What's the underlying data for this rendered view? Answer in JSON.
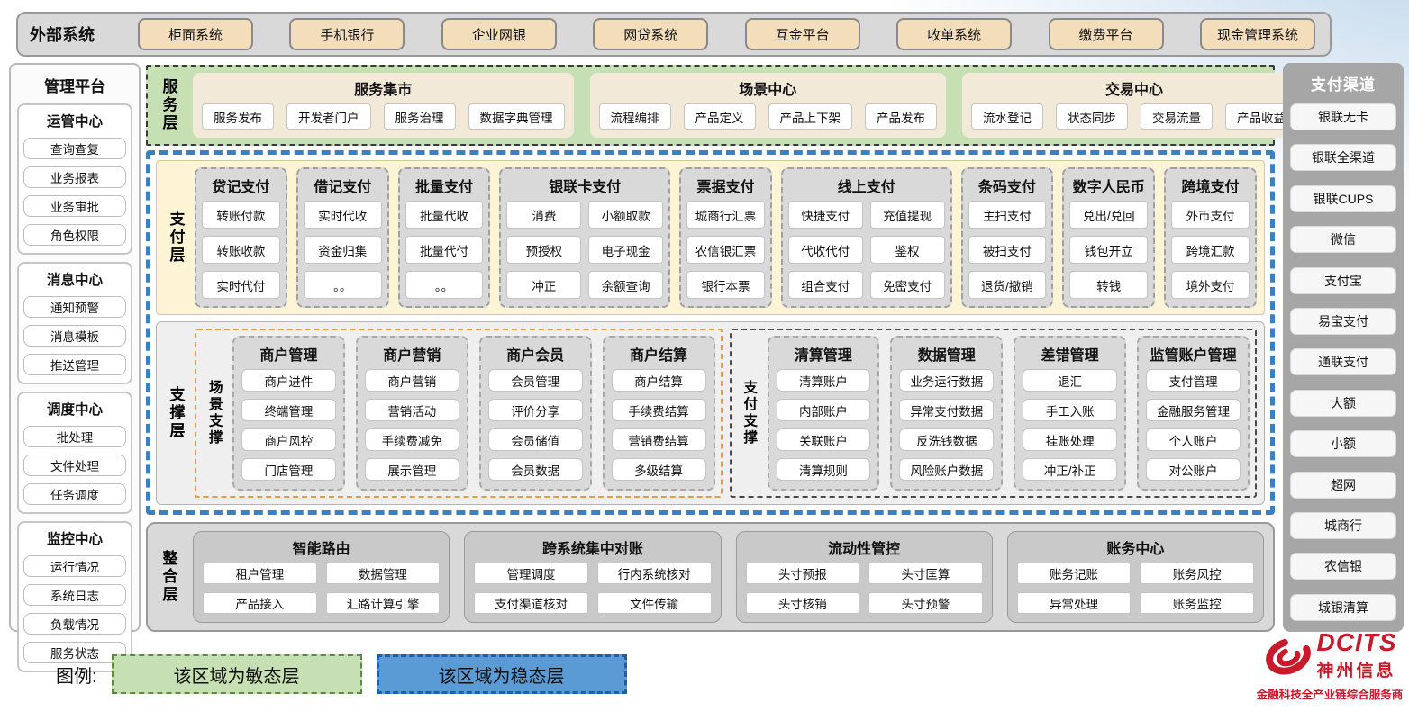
{
  "colors": {
    "agile_green": "#c6e0b4",
    "stable_blue": "#5b9bd5",
    "panel_gray": "#d9d9d9",
    "button_tan": "#f4ddbb",
    "brand_red": "#c81a2b"
  },
  "external_systems": {
    "label": "外部系统",
    "items": [
      "柜面系统",
      "手机银行",
      "企业网银",
      "网贷系统",
      "互金平台",
      "收单系统",
      "缴费平台",
      "现金管理系统"
    ]
  },
  "management_platform": {
    "title": "管理平台",
    "sections": [
      {
        "title": "运管中心",
        "items": [
          "查询查复",
          "业务报表",
          "业务审批",
          "角色权限"
        ]
      },
      {
        "title": "消息中心",
        "items": [
          "通知预警",
          "消息模板",
          "推送管理"
        ]
      },
      {
        "title": "调度中心",
        "items": [
          "批处理",
          "文件处理",
          "任务调度"
        ]
      },
      {
        "title": "监控中心",
        "items": [
          "运行情况",
          "系统日志",
          "负载情况",
          "服务状态"
        ]
      }
    ]
  },
  "service_layer": {
    "label": "服务层",
    "groups": [
      {
        "title": "服务集市",
        "items": [
          "服务发布",
          "开发者门户",
          "服务治理",
          "数据字典管理"
        ]
      },
      {
        "title": "场景中心",
        "items": [
          "流程编排",
          "产品定义",
          "产品上下架",
          "产品发布"
        ]
      },
      {
        "title": "交易中心",
        "items": [
          "流水登记",
          "状态同步",
          "交易流量",
          "产品收益"
        ]
      }
    ]
  },
  "payment_layer": {
    "label": "支付层",
    "groups": [
      {
        "title": "贷记支付",
        "cols": 1,
        "items": [
          "转账付款",
          "转账收款",
          "实时代付"
        ]
      },
      {
        "title": "借记支付",
        "cols": 1,
        "items": [
          "实时代收",
          "资金归集",
          "。。"
        ]
      },
      {
        "title": "批量支付",
        "cols": 1,
        "items": [
          "批量代收",
          "批量代付",
          "。。"
        ]
      },
      {
        "title": "银联卡支付",
        "cols": 2,
        "items": [
          "消费",
          "小额取款",
          "预授权",
          "电子现金",
          "冲正",
          "余额查询"
        ]
      },
      {
        "title": "票据支付",
        "cols": 1,
        "items": [
          "城商行汇票",
          "农信银汇票",
          "银行本票"
        ]
      },
      {
        "title": "线上支付",
        "cols": 2,
        "items": [
          "快捷支付",
          "充值提现",
          "代收代付",
          "鉴权",
          "组合支付",
          "免密支付"
        ]
      },
      {
        "title": "条码支付",
        "cols": 1,
        "items": [
          "主扫支付",
          "被扫支付",
          "退货/撤销"
        ]
      },
      {
        "title": "数字人民币",
        "cols": 1,
        "items": [
          "兑出/兑回",
          "钱包开立",
          "转钱"
        ]
      },
      {
        "title": "跨境支付",
        "cols": 1,
        "items": [
          "外币支付",
          "跨境汇款",
          "境外支付"
        ]
      }
    ]
  },
  "support_layer": {
    "label": "支撑层",
    "subgroups": [
      {
        "label": "场景支撑",
        "theme": "orange",
        "groups": [
          {
            "title": "商户管理",
            "items": [
              "商户进件",
              "终端管理",
              "商户风控",
              "门店管理"
            ]
          },
          {
            "title": "商户营销",
            "items": [
              "商户营销",
              "营销活动",
              "手续费减免",
              "展示管理"
            ]
          },
          {
            "title": "商户会员",
            "items": [
              "会员管理",
              "评价分享",
              "会员储值",
              "会员数据"
            ]
          },
          {
            "title": "商户结算",
            "items": [
              "商户结算",
              "手续费结算",
              "营销费结算",
              "多级结算"
            ]
          }
        ]
      },
      {
        "label": "支付支撑",
        "theme": "dark",
        "groups": [
          {
            "title": "清算管理",
            "items": [
              "清算账户",
              "内部账户",
              "关联账户",
              "清算规则"
            ]
          },
          {
            "title": "数据管理",
            "items": [
              "业务运行数据",
              "异常支付数据",
              "反洗钱数据",
              "风险账户数据"
            ]
          },
          {
            "title": "差错管理",
            "items": [
              "退汇",
              "手工入账",
              "挂账处理",
              "冲正/补正"
            ]
          },
          {
            "title": "监管账户管理",
            "items": [
              "支付管理",
              "金融服务管理",
              "个人账户",
              "对公账户"
            ]
          }
        ]
      }
    ]
  },
  "integration_layer": {
    "label": "整合层",
    "groups": [
      {
        "title": "智能路由",
        "items": [
          "租户管理",
          "数据管理",
          "产品接入",
          "汇路计算引擎"
        ]
      },
      {
        "title": "跨系统集中对账",
        "items": [
          "管理调度",
          "行内系统核对",
          "支付渠道核对",
          "文件传输"
        ]
      },
      {
        "title": "流动性管控",
        "items": [
          "头寸预报",
          "头寸匡算",
          "头寸核销",
          "头寸预警"
        ]
      },
      {
        "title": "账务中心",
        "items": [
          "账务记账",
          "账务风控",
          "异常处理",
          "账务监控"
        ]
      }
    ]
  },
  "payment_channels": {
    "title": "支付渠道",
    "items": [
      "银联无卡",
      "银联全渠道",
      "银联CUPS",
      "微信",
      "支付宝",
      "易宝支付",
      "通联支付",
      "大额",
      "小额",
      "超网",
      "城商行",
      "农信银",
      "城银清算"
    ]
  },
  "legend": {
    "label": "图例:",
    "agile_label": "该区域为敏态层",
    "stable_label": "该区域为稳态层"
  },
  "logo": {
    "brand": "DCITS",
    "company": "神州信息",
    "tagline": "金融科技全产业链综合服务商"
  }
}
